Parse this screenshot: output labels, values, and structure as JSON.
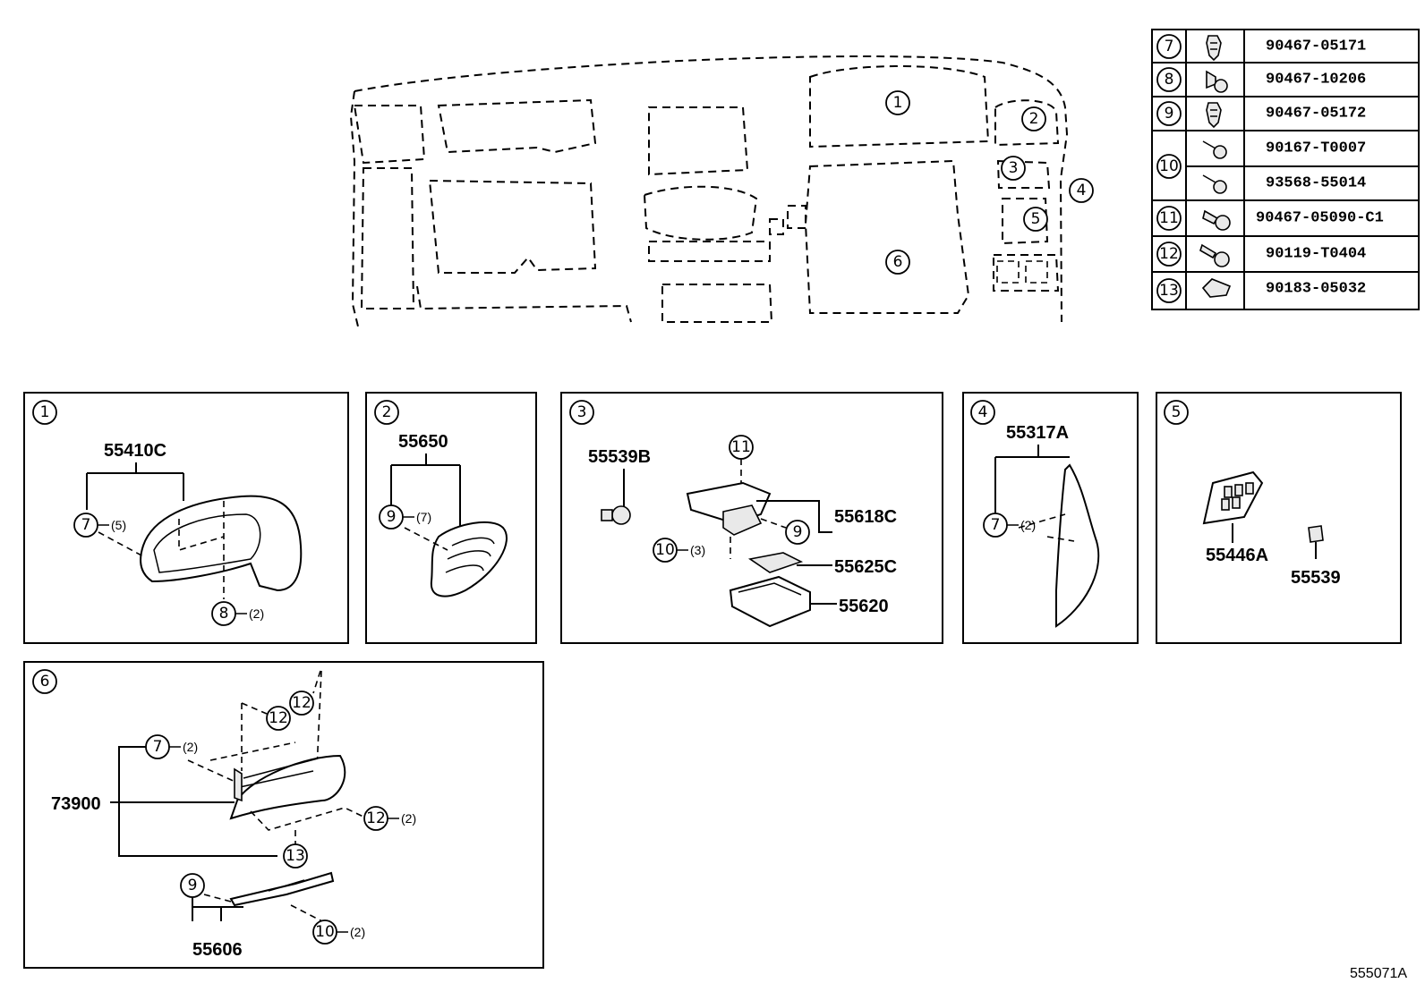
{
  "callouts": {
    "c1": "1",
    "c2": "2",
    "c3": "3",
    "c4": "4",
    "c5": "5",
    "c6": "6",
    "c7": "7",
    "c8": "8",
    "c9": "9",
    "c10": "10",
    "c11": "11",
    "c12": "12",
    "c13": "13"
  },
  "fastener_table": [
    {
      "ref": "7",
      "part": "90467-05171",
      "icon": "clip-icon"
    },
    {
      "ref": "8",
      "part": "90467-10206",
      "icon": "push-clip-icon"
    },
    {
      "ref": "9",
      "part": "90467-05172",
      "icon": "clip-icon"
    },
    {
      "ref": "10",
      "part": "90167-T0007",
      "icon": "screw-icon"
    },
    {
      "ref": "10",
      "part": "93568-55014",
      "icon": "screw-icon"
    },
    {
      "ref": "11",
      "part": "90467-05090-C1",
      "icon": "pin-clip-icon"
    },
    {
      "ref": "12",
      "part": "90119-T0404",
      "icon": "bolt-icon"
    },
    {
      "ref": "13",
      "part": "90183-05032",
      "icon": "nut-icon"
    }
  ],
  "panels": {
    "p1": {
      "part": "55410C",
      "q7": "(5)",
      "q8": "(2)"
    },
    "p2": {
      "part": "55650",
      "q9": "(7)"
    },
    "p3": {
      "part_a": "55539B",
      "part_b": "55618C",
      "part_c": "55625C",
      "part_d": "55620",
      "q10": "(3)"
    },
    "p4": {
      "part": "55317A",
      "q7": "(2)"
    },
    "p5": {
      "part_a": "55446A",
      "part_b": "55539"
    },
    "p6": {
      "part_a": "73900",
      "part_b": "55606",
      "q7": "(2)",
      "q12": "(2)",
      "q10": "(2)"
    }
  },
  "figure_code": "555071A"
}
